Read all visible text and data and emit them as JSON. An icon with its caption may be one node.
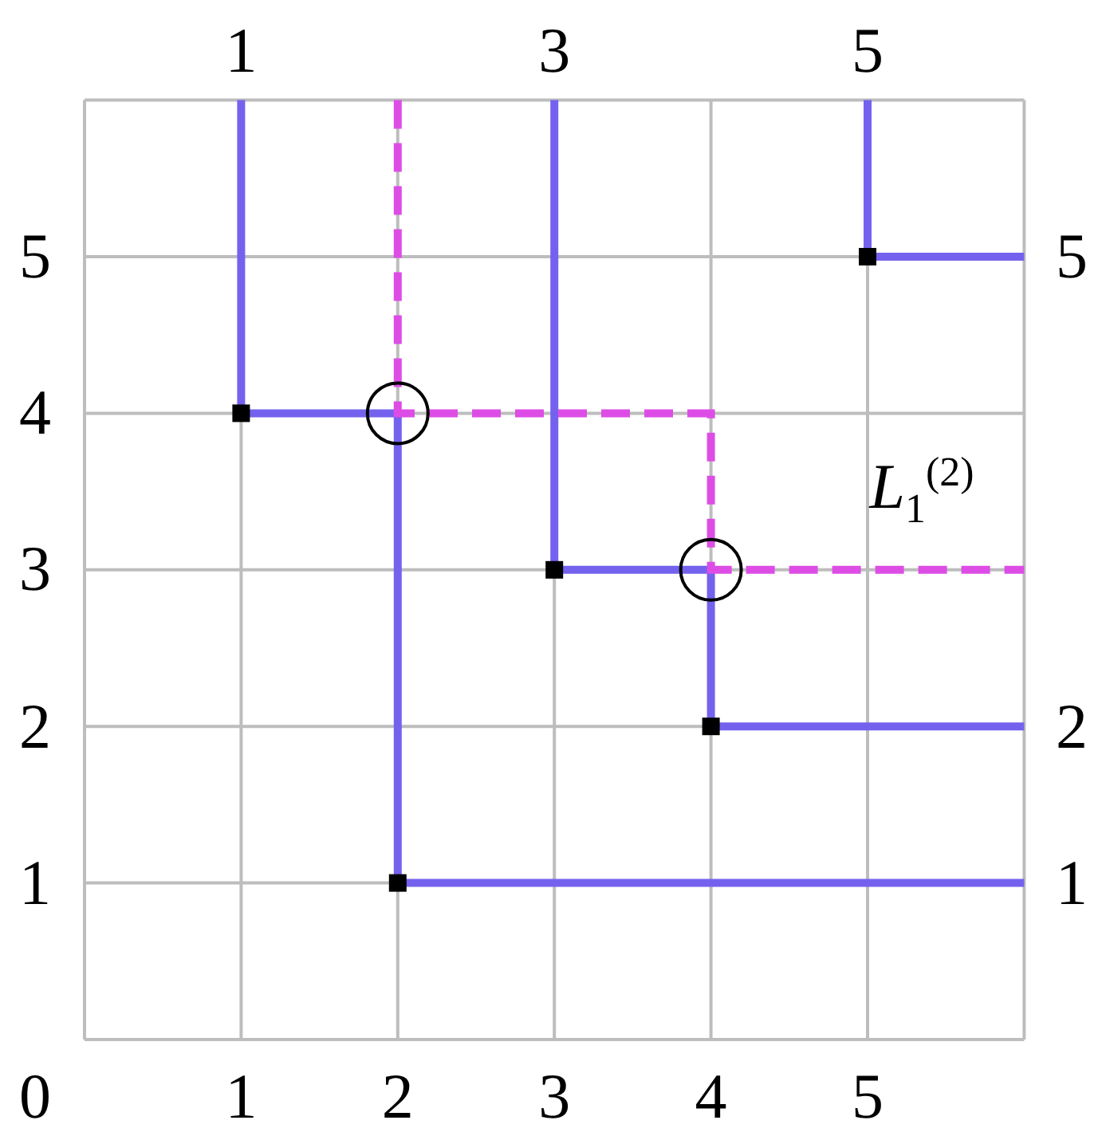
{
  "diagram": {
    "labels": [
      "1",
      "3",
      "5",
      "5",
      "5",
      "4",
      "*L*$_{1}$$^{(2)}$",
      "3",
      "2",
      "2",
      "1",
      "1",
      "0",
      "1",
      "2",
      "3",
      "4",
      "5"
    ]
  }
}
